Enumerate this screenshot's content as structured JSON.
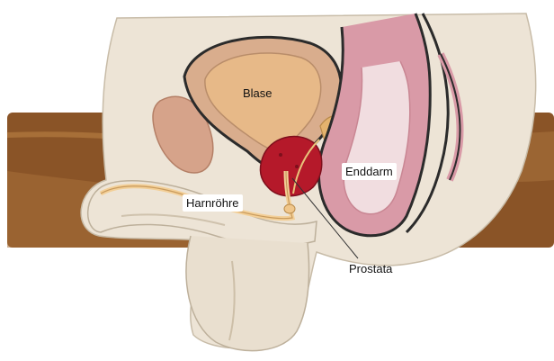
{
  "labels": {
    "bladder": "Blase",
    "rectum": "Enddarm",
    "urethra": "Harnröhre",
    "prostate": "Prostata"
  },
  "colors": {
    "background_band": "#8a5427",
    "band_highlight": "#c4894a",
    "body": "#ede4d6",
    "body_outline": "#c8bca8",
    "bladder_wall": "#d9ad8d",
    "bladder_lumen": "#e7b988",
    "rectum_wall": "#d99aa7",
    "rectum_lumen": "#f1dde0",
    "prostate": "#b5192a",
    "bone": "#d6a38a",
    "outline": "#2b2b2b"
  }
}
